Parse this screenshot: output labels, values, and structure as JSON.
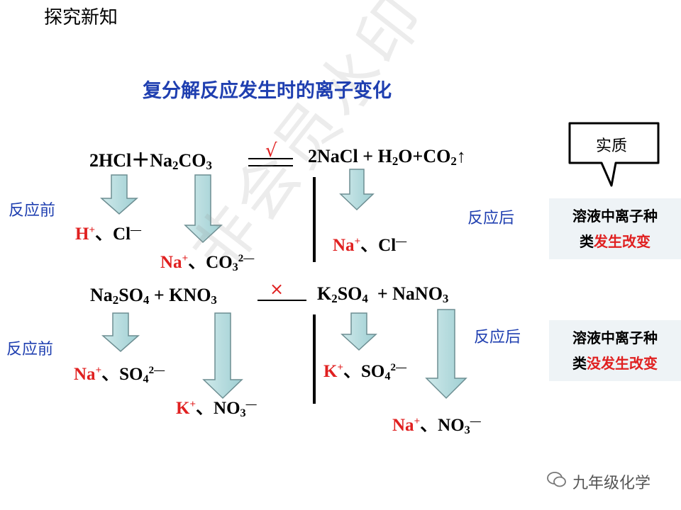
{
  "page_title": "探究新知",
  "main_title": "复分解反应发生时的离子变化",
  "reaction1": {
    "reactants": "2HCl＋Na₂CO₃",
    "products": "2NaCl + H₂O+CO₂↑",
    "mark": "√",
    "before_label": "反应前",
    "after_label": "反应后",
    "ions_reactant_a": "H⁺、Cl⁻",
    "ions_reactant_b": "Na⁺、CO₃²⁻",
    "ions_product": "Na⁺、Cl⁻"
  },
  "reaction2": {
    "reactants": "Na₂SO₄ + KNO₃",
    "products": "K₂SO₄ + NaNO₃",
    "mark": "×",
    "before_label": "反应前",
    "after_label": "反应后",
    "ions_reactant_a": "Na⁺、SO₄²⁻",
    "ions_reactant_b": "K⁺、NO₃⁻",
    "ions_product_a": "K⁺、SO₄²⁻",
    "ions_product_b": "Na⁺、NO₃⁻"
  },
  "callout_label": "实质",
  "result1": {
    "line1": "溶液中离子种",
    "line2_prefix": "类",
    "line2_emph": "发生改变"
  },
  "result2": {
    "line1": "溶液中离子种",
    "line2_prefix": "类",
    "line2_emph": "没发生改变"
  },
  "watermark_text": "非会员水印",
  "brand_label": "九年级化学",
  "colors": {
    "ion_red": "#e02020",
    "label_blue": "#1f3fb0",
    "arrow_fill": "#b7dde0",
    "arrow_stroke": "#6d8e92",
    "box_bg": "#eef3f6"
  }
}
